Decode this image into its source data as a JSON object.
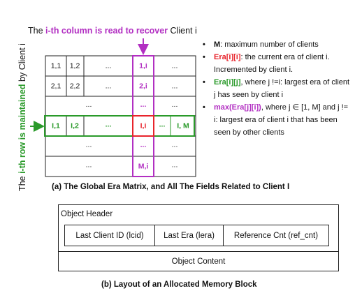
{
  "colors": {
    "column_highlight": "#b22fc2",
    "row_highlight": "#2a9a2a",
    "target_cell": "#e8242c"
  },
  "top_title": {
    "prefix": "The ",
    "highlight": "i-th column is read to recover",
    "suffix": " Client i"
  },
  "side_title": {
    "prefix": "The ",
    "highlight": "i-th row is maintained",
    "suffix": " by Client i"
  },
  "matrix": {
    "rows": [
      [
        "1,1",
        "1,2",
        "...",
        "1,i",
        "..."
      ],
      [
        "2,1",
        "2,2",
        "...",
        "2,i",
        "..."
      ],
      [
        "...",
        "...",
        "..."
      ],
      [
        "I,1",
        "I,2",
        "...",
        "I,i",
        "...",
        "I, M"
      ],
      [
        "...",
        "...",
        "..."
      ],
      [
        "...",
        "M,i",
        "..."
      ]
    ]
  },
  "legend": {
    "items": [
      {
        "term": "M",
        "text": ": maximum number of clients"
      },
      {
        "term": "Era[i][i]",
        "text": ": the current era of client i. Incremented by client i."
      },
      {
        "term": "Era[i][j]",
        "text": ", where j !=i: largest era of client j has seen by client i"
      },
      {
        "term": "max(Era[j][i])",
        "text": ", where j ∈ [1, M] and j != i: largest era of client i that has been seen by other clients"
      }
    ]
  },
  "caption_a": "(a) The Global Era Matrix, and All The Fields Related to Client I",
  "block": {
    "header_label": "Object Header",
    "fields": [
      "Last Client ID (lcid)",
      "Last Era (lera)",
      "Reference Cnt (ref_cnt)"
    ],
    "content_label": "Object Content"
  },
  "caption_b": "(b) Layout of an Allocated Memory Block"
}
